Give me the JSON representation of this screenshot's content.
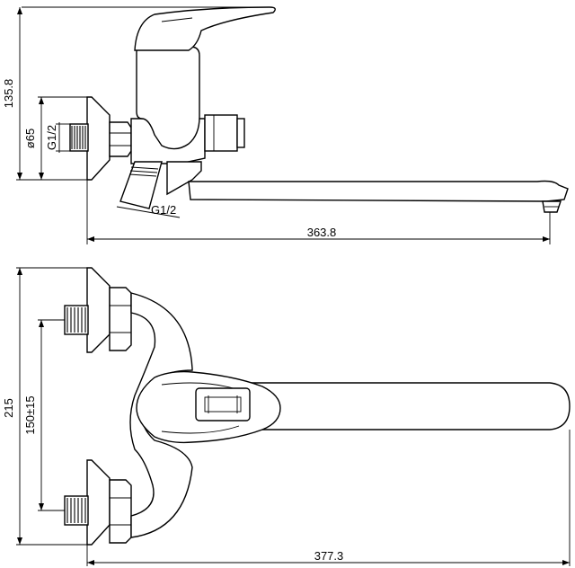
{
  "dimensions": {
    "side_height": "135.8",
    "side_diameter": "ø65",
    "side_thread_top": "G1/2",
    "side_thread_bottom": "G1/2",
    "side_length": "363.8",
    "top_height": "215",
    "top_center_distance": "150±15",
    "top_length": "377.3"
  }
}
